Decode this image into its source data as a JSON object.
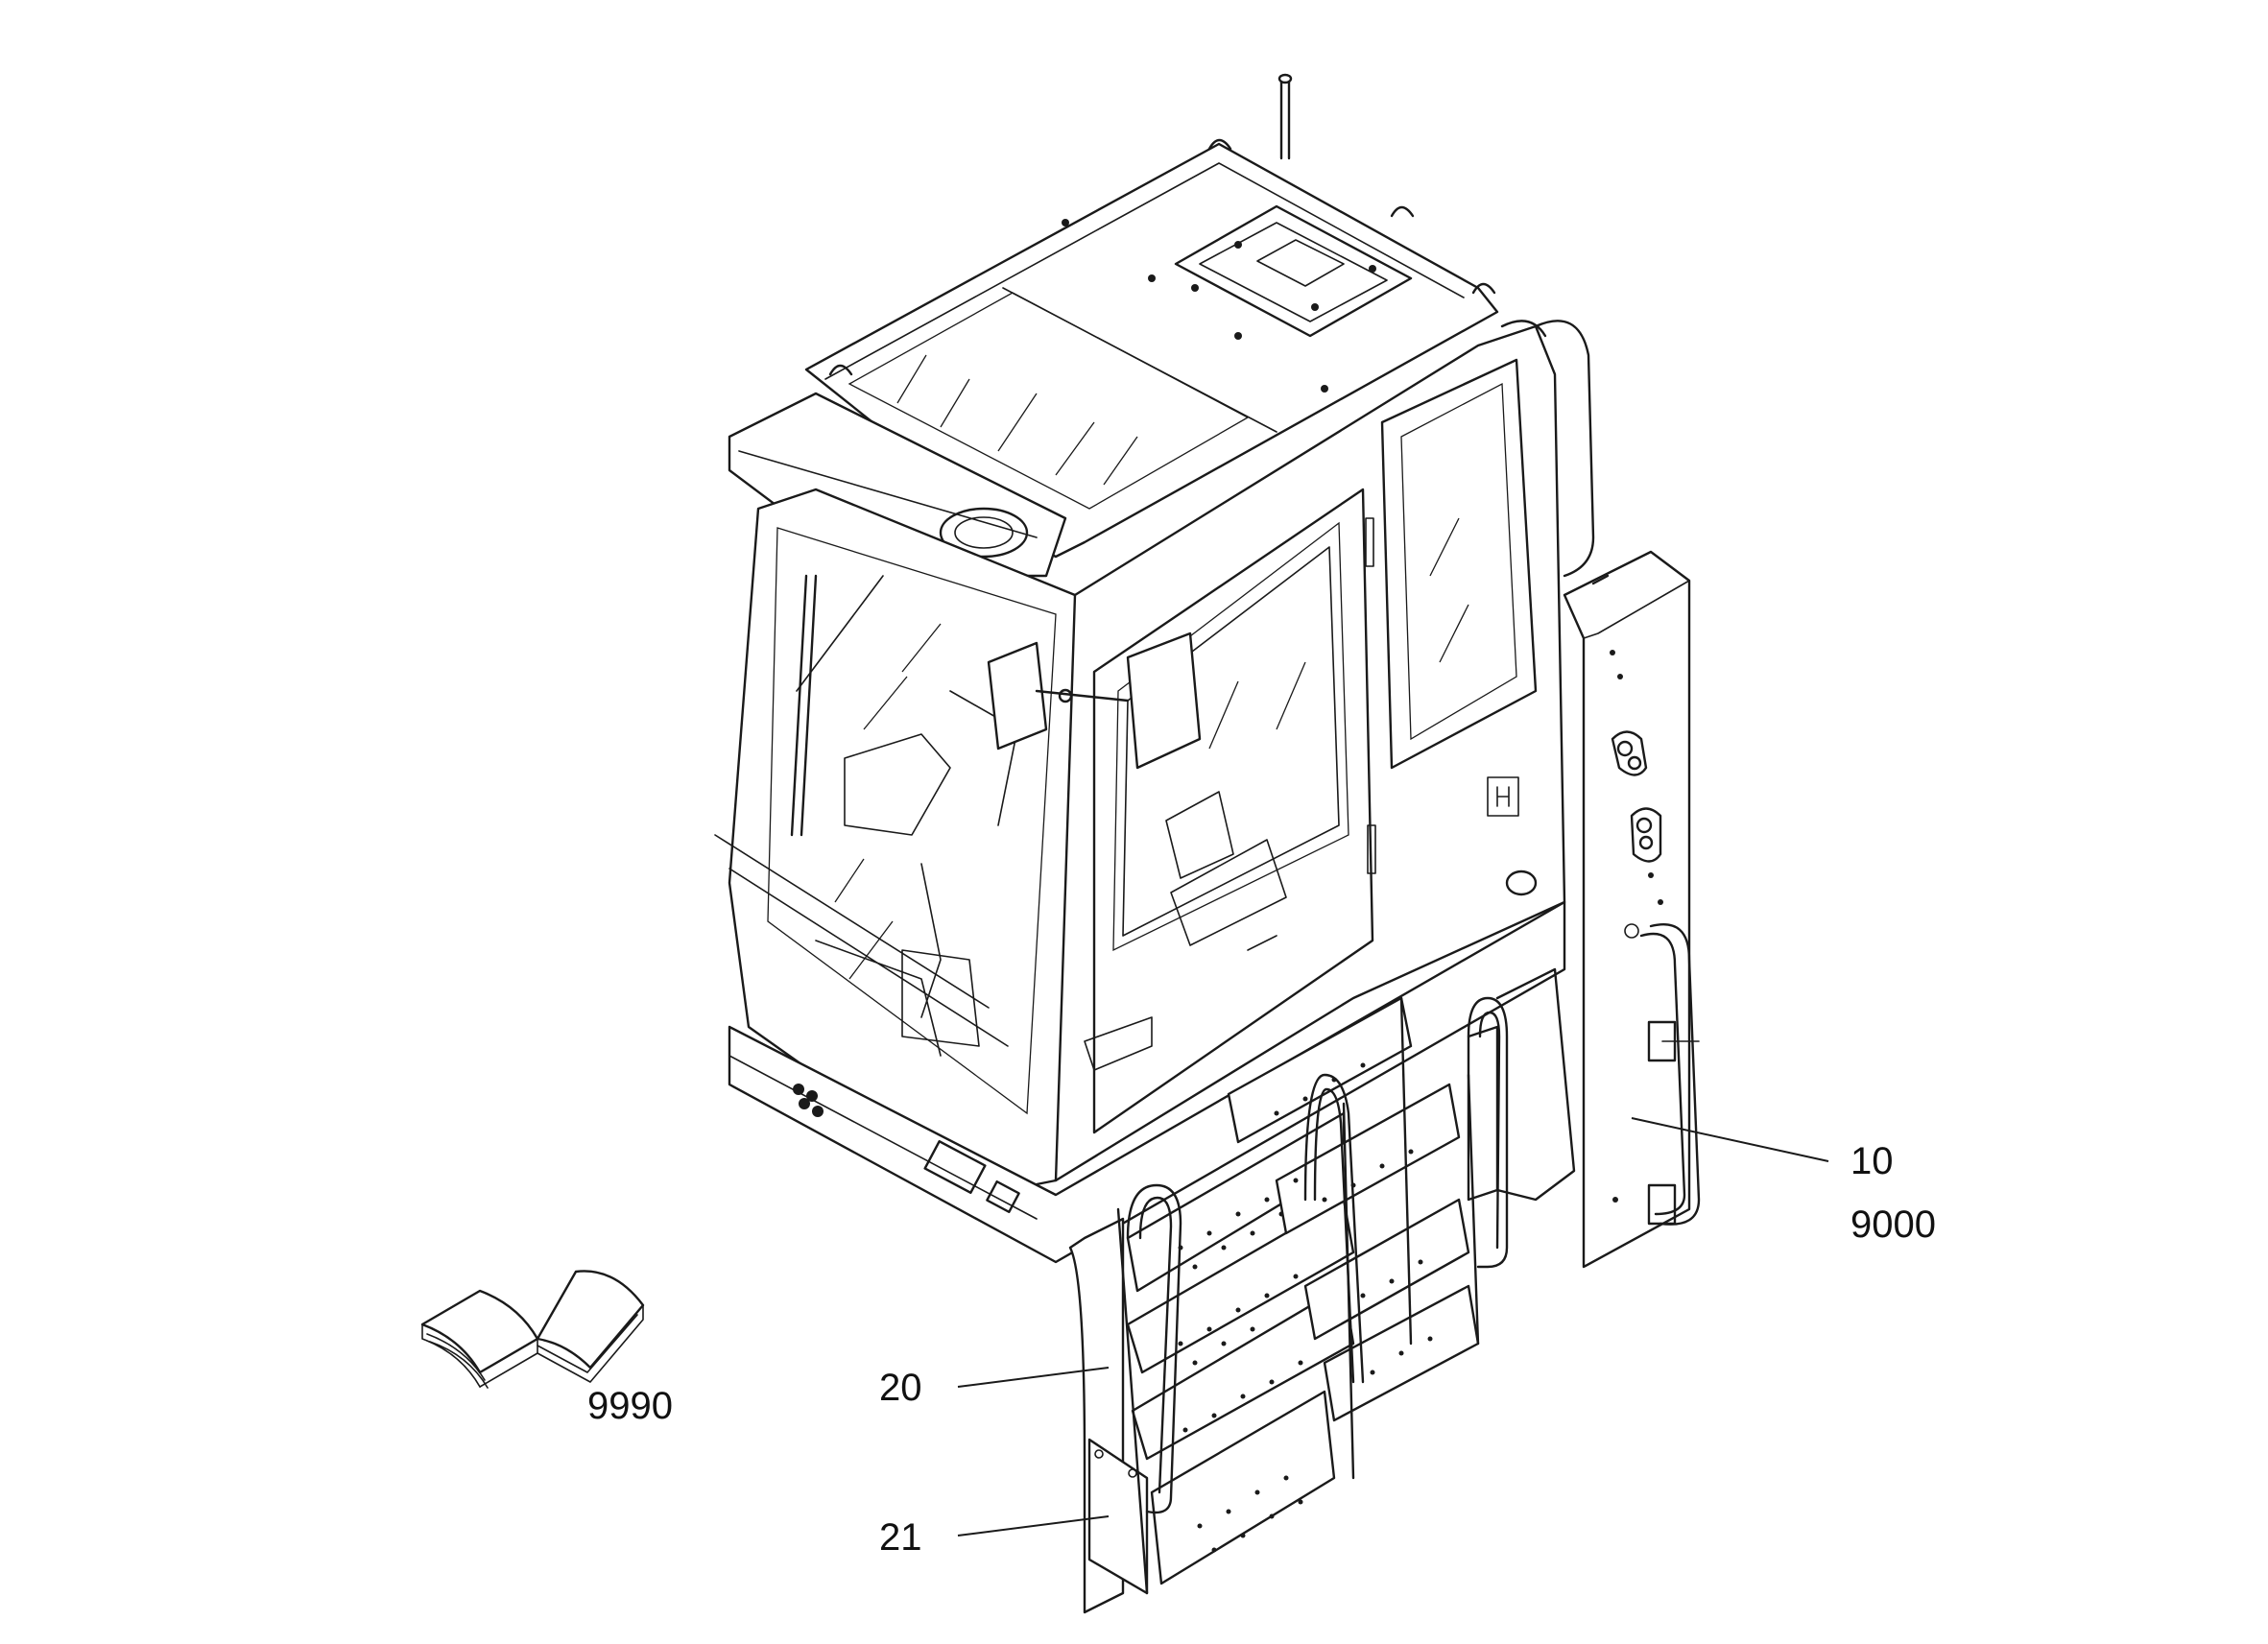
{
  "callouts": {
    "part_10": "10",
    "part_9000": "9000",
    "part_20": "20",
    "part_21": "21",
    "part_9990": "9990"
  },
  "icons": {
    "cab": "operator-cab-illustration",
    "manual": "open-book-icon",
    "side_panel": "side-panel-illustration",
    "ladder": "step-ladder-illustration"
  }
}
